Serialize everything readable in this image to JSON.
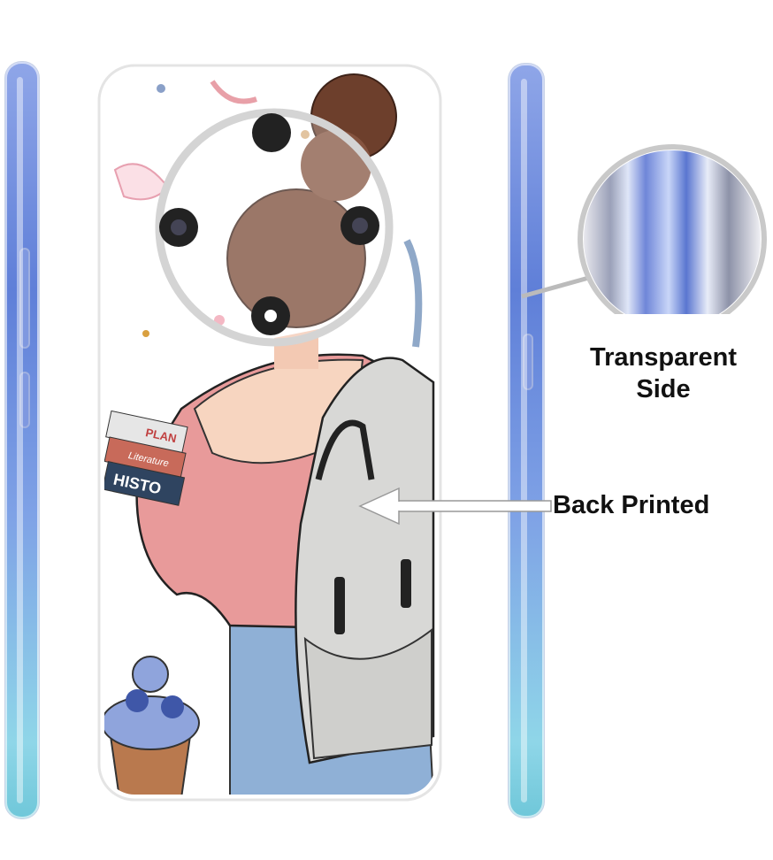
{
  "labels": {
    "transparent_side_line1": "Transparent",
    "transparent_side_line2": "Side",
    "back_printed": "Back Printed"
  },
  "illustration": {
    "book_titles": [
      "PLAN",
      "Literature",
      "HISTO"
    ]
  },
  "colors": {
    "side_blue": "#6f8ddc",
    "sweater_pink": "#e89a9a",
    "jeans_blue": "#8fb0d6",
    "backpack_gray": "#d8d8d6",
    "hair_brown": "#7a4a36"
  }
}
